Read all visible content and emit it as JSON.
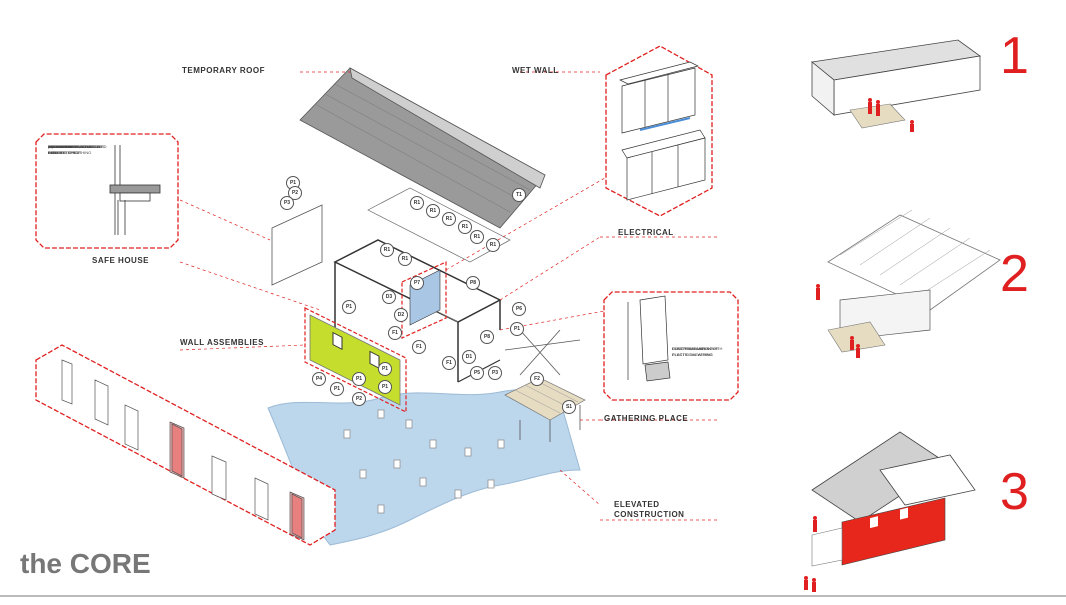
{
  "title": "the CORE",
  "labels": {
    "temporary_roof": "TEMPORARY ROOF",
    "wet_wall": "WET WALL",
    "electrical": "ELECTRICAL",
    "safe_house": "SAFE HOUSE",
    "wall_assemblies": "WALL ASSEMBLIES",
    "gathering_place": "GATHERING PLACE",
    "elevated_construction": "ELEVATED CONSTRUCTION"
  },
  "phases": [
    "1",
    "2",
    "3"
  ],
  "tags": [
    "P1",
    "P2",
    "P3",
    "T1",
    "R1",
    "R1",
    "R1",
    "R1",
    "R1",
    "R1",
    "R1",
    "R1",
    "P8",
    "P1",
    "D3",
    "P7",
    "D2",
    "F1",
    "F1",
    "P1",
    "P4",
    "P1",
    "P2",
    "P1",
    "P1",
    "P6",
    "P1",
    "F1",
    "D1",
    "P5",
    "P3",
    "F2",
    "S1",
    "P8"
  ],
  "electrical_notes": [
    "COVER INSULATION WITH PLASTIC SHEATHING",
    "ELECTRICAL WIRING",
    "UNSCREW PANELS FOR ELECTRICAL WIRING"
  ],
  "detail_notes": [
    "1/2\" OG PLYWOOD FOR INTERIOR SHEATHING",
    "\"J\" OR WALL FINAL INSTALLED PER MFG SPEC",
    "2x6 BOTTOM PLATE",
    "(2) 2x12 GIRDER, GLUED & NAILED",
    "INSULATION TO MEET R-19",
    "JOIST HANGER",
    "2x10 JOISTS",
    "7/8\" HARDWARE TO ANCHOR CONCRETE PIER",
    "CAST-IN-PLACE CONCRETE PIER"
  ],
  "colors": {
    "accent": "#e02020",
    "lime": "#c5de2e",
    "water": "#bcd6ec",
    "red_house": "#e8271c",
    "cabinet": "#a9c6e4"
  }
}
